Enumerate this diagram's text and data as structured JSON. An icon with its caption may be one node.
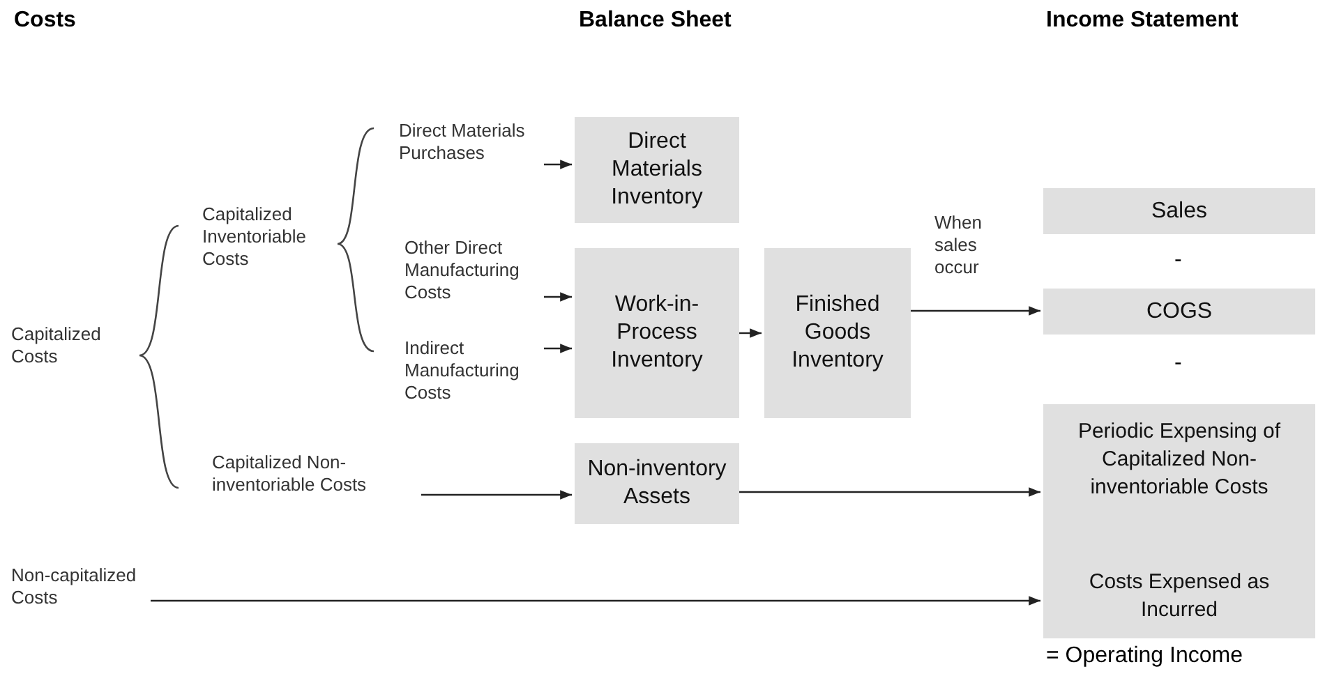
{
  "diagram": {
    "nodes": [
      {
        "text": [
          "Capitalized Costs"
        ]
      },
      {
        "text": [
          "Capitalized Inventoriable Costs"
        ]
      },
      {
        "text": [
          "Direct Materials Purchases"
        ]
      },
      {
        "text": [
          "Other Direct Manufacturing Costs"
        ]
      },
      {
        "text": [
          "Indirect Manufacturing Costs"
        ]
      },
      {
        "text": [
          "Capitalized Non-inventoriable Costs"
        ]
      },
      {
        "text": [
          "Non-capitalized Costs"
        ]
      },
      {
        "text": [
          "Direct Materials Inventory"
        ]
      },
      {
        "text": [
          "Work-in-Process Inventory"
        ]
      },
      {
        "text": [
          "Finished Goods Inventory"
        ]
      },
      {
        "text": [
          "Non-inventory Assets"
        ]
      },
      {
        "text": [
          "Sales"
        ]
      },
      {
        "text": [
          "COGS"
        ]
      },
      {
        "text": [
          "Periodic Expensing of Capitalized Non-inventoriable Costs",
          "Costs Expensed as Incurred"
        ]
      }
    ],
    "edges": [
      {
        "from": 2,
        "to": 7,
        "arrow": "to"
      },
      {
        "from": 3,
        "to": 8,
        "arrow": "to"
      },
      {
        "from": 4,
        "to": 8,
        "arrow": "to"
      },
      {
        "from": 8,
        "to": 9,
        "arrow": "to"
      },
      {
        "from": 9,
        "to": 12,
        "arrow": "to",
        "label": "When sales occur"
      },
      {
        "from": 5,
        "to": 10,
        "arrow": "to"
      },
      {
        "from": 10,
        "to": 13,
        "arrow": "to"
      },
      {
        "from": 6,
        "to": 13,
        "arrow": "to"
      }
    ],
    "labels": [
      "Costs",
      "Balance Sheet",
      "Income Statement",
      "-",
      "-",
      "= Operating Income"
    ]
  }
}
